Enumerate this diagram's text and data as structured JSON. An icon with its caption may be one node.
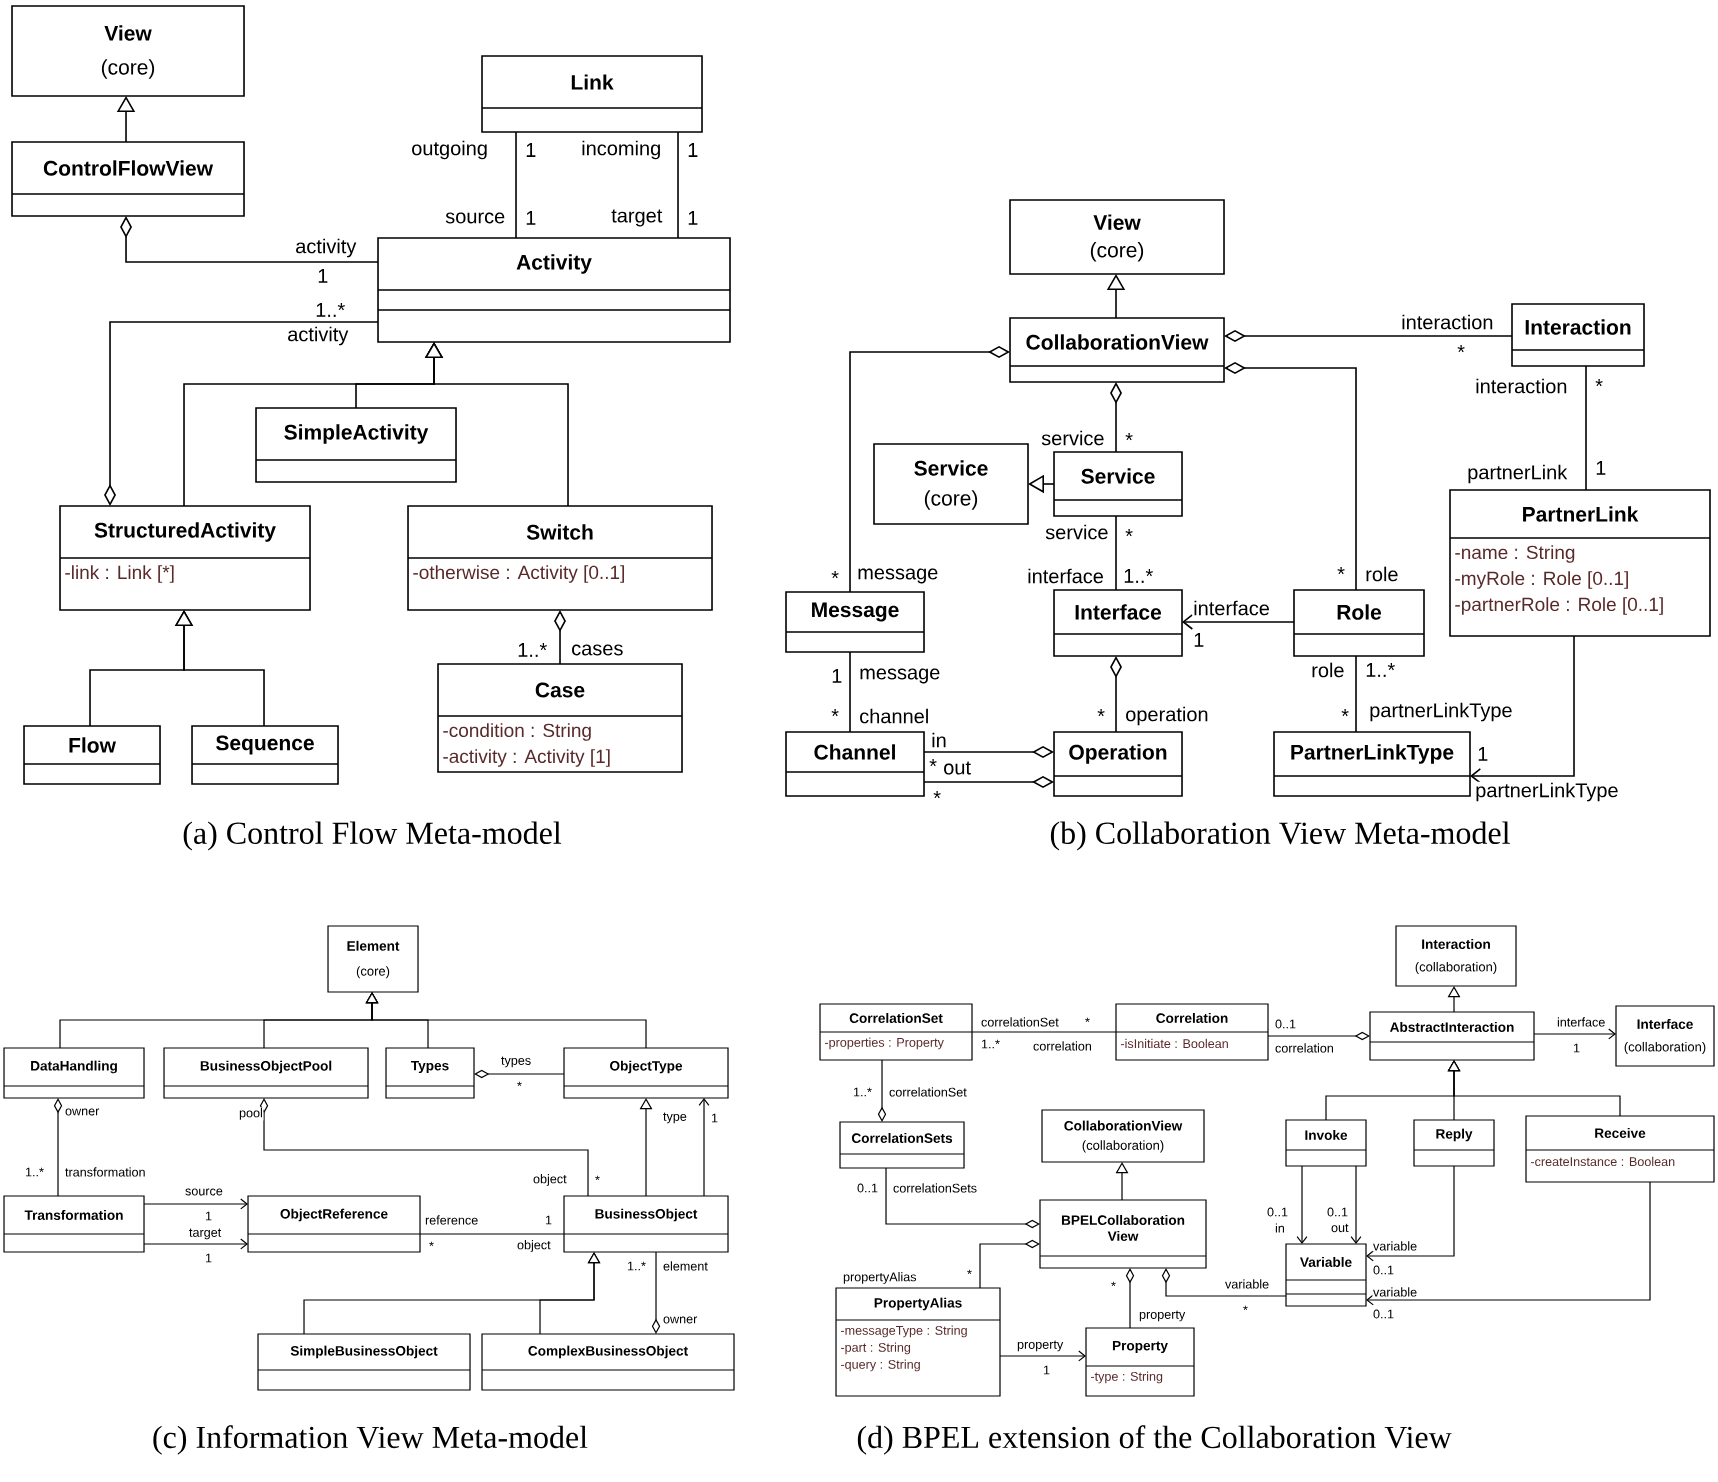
{
  "diagram": {
    "nodes": [
      {
        "text": [
          "View",
          "(core)"
        ]
      },
      {
        "text": [
          "ControlFlowView"
        ]
      },
      {
        "text": [
          "Link"
        ]
      },
      {
        "text": [
          "Activity"
        ]
      },
      {
        "text": [
          "SimpleActivity"
        ]
      },
      {
        "text": [
          "StructuredActivity",
          "-link : Link [*]"
        ]
      },
      {
        "text": [
          "Switch",
          "-otherwise : Activity [0..1]"
        ]
      },
      {
        "text": [
          "Case",
          "-condition : String",
          "-activity : Activity [1]"
        ]
      },
      {
        "text": [
          "Flow"
        ]
      },
      {
        "text": [
          "Sequence"
        ]
      },
      {
        "text": [
          "View",
          "(core)"
        ]
      },
      {
        "text": [
          "CollaborationView"
        ]
      },
      {
        "text": [
          "Interaction"
        ]
      },
      {
        "text": [
          "Service",
          "(core)"
        ]
      },
      {
        "text": [
          "Service"
        ]
      },
      {
        "text": [
          "PartnerLink",
          "-name : String",
          "-myRole : Role [0..1]",
          "-partnerRole : Role [0..1]"
        ]
      },
      {
        "text": [
          "Message"
        ]
      },
      {
        "text": [
          "Interface"
        ]
      },
      {
        "text": [
          "Role"
        ]
      },
      {
        "text": [
          "Channel"
        ]
      },
      {
        "text": [
          "Operation"
        ]
      },
      {
        "text": [
          "PartnerLinkType"
        ]
      },
      {
        "text": [
          "Element",
          "(core)"
        ]
      },
      {
        "text": [
          "DataHandling"
        ]
      },
      {
        "text": [
          "BusinessObjectPool"
        ]
      },
      {
        "text": [
          "Types"
        ]
      },
      {
        "text": [
          "ObjectType"
        ]
      },
      {
        "text": [
          "Transformation"
        ]
      },
      {
        "text": [
          "ObjectReference"
        ]
      },
      {
        "text": [
          "BusinessObject"
        ]
      },
      {
        "text": [
          "SimpleBusinessObject"
        ]
      },
      {
        "text": [
          "ComplexBusinessObject"
        ]
      },
      {
        "text": [
          "Interaction",
          "(collaboration)"
        ]
      },
      {
        "text": [
          "CorrelationSet",
          "-properties : Property"
        ]
      },
      {
        "text": [
          "Correlation",
          "-isInitiate : Boolean"
        ]
      },
      {
        "text": [
          "AbstractInteraction"
        ]
      },
      {
        "text": [
          "Interface",
          "(collaboration)"
        ]
      },
      {
        "text": [
          "CorrelationSets"
        ]
      },
      {
        "text": [
          "CollaborationView",
          "(collaboration)"
        ]
      },
      {
        "text": [
          "Invoke"
        ]
      },
      {
        "text": [
          "Reply"
        ]
      },
      {
        "text": [
          "Receive",
          "-createInstance : Boolean"
        ]
      },
      {
        "text": [
          "BPELCollaboration View"
        ]
      },
      {
        "text": [
          "Variable"
        ]
      },
      {
        "text": [
          "PropertyAlias",
          "-messageType : String",
          "-part : String",
          "-query : String"
        ]
      },
      {
        "text": [
          "Property",
          "-type : String"
        ]
      }
    ],
    "edges": [
      {
        "from": 1,
        "to": 0,
        "arrow": "to"
      },
      {
        "from": 3,
        "to": 1,
        "arrow": "other"
      },
      {
        "from": 2,
        "to": 3,
        "arrow": "none"
      },
      {
        "from": 2,
        "to": 3,
        "arrow": "none"
      },
      {
        "from": 3,
        "to": 5,
        "arrow": "other"
      },
      {
        "from": 4,
        "to": 3,
        "arrow": "to"
      },
      {
        "from": 5,
        "to": 3,
        "arrow": "to"
      },
      {
        "from": 6,
        "to": 3,
        "arrow": "to"
      },
      {
        "from": 7,
        "to": 6,
        "arrow": "other"
      },
      {
        "from": 8,
        "to": 5,
        "arrow": "to"
      },
      {
        "from": 9,
        "to": 5,
        "arrow": "to"
      },
      {
        "from": 11,
        "to": 10,
        "arrow": "to"
      },
      {
        "from": 16,
        "to": 11,
        "arrow": "other"
      },
      {
        "from": 12,
        "to": 11,
        "arrow": "other"
      },
      {
        "from": 18,
        "to": 11,
        "arrow": "other"
      },
      {
        "from": 14,
        "to": 11,
        "arrow": "other"
      },
      {
        "from": 14,
        "to": 13,
        "arrow": "to"
      },
      {
        "from": 17,
        "to": 14,
        "arrow": "none"
      },
      {
        "from": 18,
        "to": 17,
        "arrow": "to"
      },
      {
        "from": 20,
        "to": 17,
        "arrow": "other"
      },
      {
        "from": 19,
        "to": 16,
        "arrow": "none"
      },
      {
        "from": 19,
        "to": 20,
        "arrow": "other"
      },
      {
        "from": 19,
        "to": 20,
        "arrow": "other"
      },
      {
        "from": 21,
        "to": 18,
        "arrow": "none"
      },
      {
        "from": 15,
        "to": 12,
        "arrow": "none"
      },
      {
        "from": 15,
        "to": 21,
        "arrow": "to"
      },
      {
        "from": 23,
        "to": 22,
        "arrow": "to"
      },
      {
        "from": 24,
        "to": 22,
        "arrow": "to"
      },
      {
        "from": 25,
        "to": 22,
        "arrow": "to"
      },
      {
        "from": 26,
        "to": 22,
        "arrow": "to"
      },
      {
        "from": 27,
        "to": 23,
        "arrow": "other"
      },
      {
        "from": 27,
        "to": 28,
        "arrow": "to"
      },
      {
        "from": 27,
        "to": 28,
        "arrow": "to"
      },
      {
        "from": 28,
        "to": 29,
        "arrow": "none"
      },
      {
        "from": 29,
        "to": 24,
        "arrow": "other"
      },
      {
        "from": 26,
        "to": 25,
        "arrow": "other"
      },
      {
        "from": 29,
        "to": 26,
        "arrow": "to"
      },
      {
        "from": 29,
        "to": 26,
        "arrow": "to"
      },
      {
        "from": 30,
        "to": 29,
        "arrow": "to"
      },
      {
        "from": 31,
        "to": 29,
        "arrow": "to"
      },
      {
        "from": 29,
        "to": 31,
        "arrow": "other"
      },
      {
        "from": 35,
        "to": 32,
        "arrow": "to"
      },
      {
        "from": 35,
        "to": 36,
        "arrow": "to"
      },
      {
        "from": 34,
        "to": 35,
        "arrow": "other"
      },
      {
        "from": 33,
        "to": 34,
        "arrow": "none"
      },
      {
        "from": 33,
        "to": 37,
        "arrow": "other"
      },
      {
        "from": 37,
        "to": 42,
        "arrow": "other"
      },
      {
        "from": 44,
        "to": 42,
        "arrow": "other"
      },
      {
        "from": 42,
        "to": 38,
        "arrow": "to"
      },
      {
        "from": 45,
        "to": 42,
        "arrow": "other"
      },
      {
        "from": 44,
        "to": 45,
        "arrow": "to"
      },
      {
        "from": 43,
        "to": 42,
        "arrow": "other"
      },
      {
        "from": 39,
        "to": 43,
        "arrow": "to"
      },
      {
        "from": 39,
        "to": 43,
        "arrow": "to"
      },
      {
        "from": 40,
        "to": 43,
        "arrow": "to"
      },
      {
        "from": 41,
        "to": 43,
        "arrow": "to"
      },
      {
        "from": 39,
        "to": 35,
        "arrow": "to"
      },
      {
        "from": 40,
        "to": 35,
        "arrow": "to"
      },
      {
        "from": 41,
        "to": 35,
        "arrow": "to"
      }
    ],
    "labels": [
      "activity",
      "1",
      "outgoing",
      "1",
      "incoming",
      "1",
      "source",
      "1",
      "target",
      "1",
      "1..*",
      "activity",
      "1..*",
      "cases",
      "*",
      "message",
      "interaction",
      "*",
      "*",
      "role",
      "service",
      "*",
      "service",
      "*",
      "interface",
      "1..*",
      "interface",
      "1",
      "*",
      "operation",
      "1",
      "message",
      "*",
      "channel",
      "in",
      "*",
      "out",
      "*",
      "role",
      "1..*",
      "*",
      "partnerLinkType",
      "interaction",
      "*",
      "partnerLink",
      "1",
      "1",
      "partnerLinkType",
      "(a) Control Flow Meta-model",
      "(b) Collaboration View Meta-model",
      "owner",
      "1..*",
      "transformation",
      "source",
      "1",
      "target",
      "1",
      "pool",
      "object",
      "*",
      "reference",
      "1",
      "*",
      "object",
      "types",
      "*",
      "type",
      "1",
      "1..*",
      "element",
      "owner",
      "(c) Information View Meta-model",
      "correlationSet",
      "*",
      "1..*",
      "correlation",
      "0..1",
      "correlation",
      "interface",
      "1",
      "1..*",
      "correlationSet",
      "0..1",
      "correlationSets",
      "*",
      "propertyAlias",
      "*",
      "property",
      "property",
      "1",
      "variable",
      "*",
      "0..1",
      "in",
      "0..1",
      "out",
      "variable",
      "0..1",
      "variable",
      "0..1",
      "(d) BPEL extension of the Collaboration View"
    ]
  }
}
